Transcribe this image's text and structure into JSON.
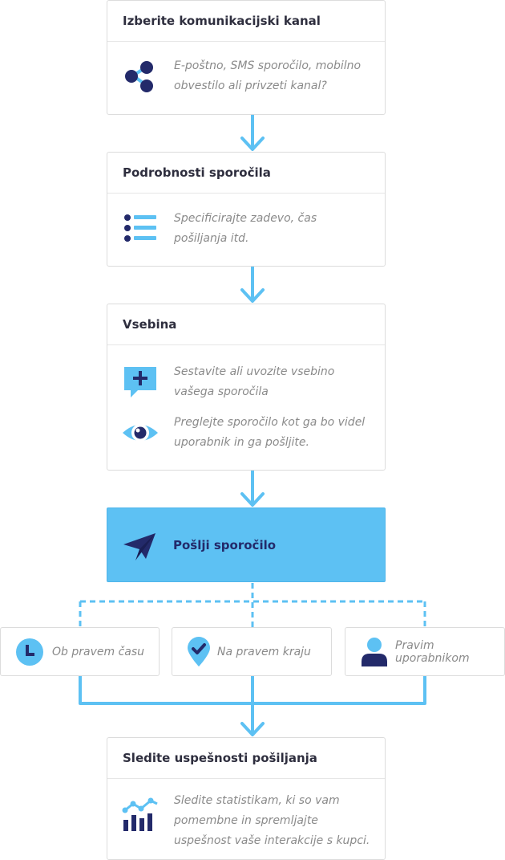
{
  "steps": {
    "channel": {
      "title": "Izberite komunikacijski kanal",
      "desc_l1": "E-poštno, SMS sporočilo, mobilno",
      "desc_l2": "obvestilo ali privzeti kanal?",
      "icon": "share-icon"
    },
    "details": {
      "title": "Podrobnosti sporočila",
      "desc_l1": "Specificirajte zadevo, čas",
      "desc_l2": "pošiljanja itd.",
      "icon": "list-icon"
    },
    "content": {
      "title": "Vsebina",
      "compose_l1": "Sestavite ali uvozite vsebino",
      "compose_l2": "vašega sporočila",
      "compose_icon": "add-comment-icon",
      "preview_l1": "Preglejte sporočilo kot ga bo videl",
      "preview_l2": "uporabnik in ga pošljite.",
      "preview_icon": "eye-icon"
    },
    "send": {
      "title": "Pošlji sporočilo",
      "icon": "paper-plane-icon"
    },
    "tracking": {
      "title": "Sledite uspešnosti pošiljanja",
      "desc_l1": "Sledite statistikam, ki so vam",
      "desc_l2": "pomembne in spremljajte",
      "desc_l3": "uspešnost vaše interakcije s kupci.",
      "icon": "chart-icon"
    }
  },
  "targets": {
    "time": {
      "label": "Ob pravem času",
      "icon": "clock-icon"
    },
    "place": {
      "label": "Na pravem kraju",
      "icon": "location-check-icon"
    },
    "user": {
      "label_l1": "Pravim",
      "label_l2": "uporabnikom",
      "icon": "user-icon"
    }
  },
  "colors": {
    "accent": "#5dc1f3",
    "navy": "#232a6a",
    "text_muted": "#8a8a8a",
    "title": "#2e2e3e"
  }
}
